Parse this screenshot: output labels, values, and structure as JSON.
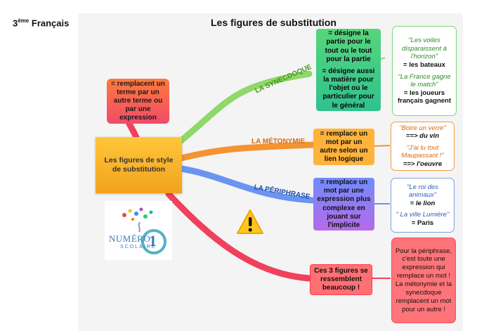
{
  "header": {
    "level_num": "3",
    "level_sup": "ème",
    "level_subject": "Français",
    "title": "Les figures de substitution"
  },
  "center": {
    "text": "Les figures de style de substitution"
  },
  "replace_node": {
    "text": "= remplacent un terme par un autre terme ou par une expression"
  },
  "branches": {
    "synecdoque": {
      "label": "LA SYNECDOQUE",
      "color": "#7fd45a",
      "definition_1": "= désigne la partie pour le tout ou le tout pour la partie",
      "definition_2": "= désigne aussi la matière pour l'objet ou le particulier pour le général",
      "examples": [
        {
          "quote": "\"Les voiles disparaissent à l'horizon\"",
          "meaning": "= les bateaux"
        },
        {
          "quote": "\"La France gagne le match\"",
          "meaning": "= les joueurs français gagnent"
        }
      ]
    },
    "metonymie": {
      "label": "LA MÉTONYMIE",
      "color": "#f08c2a",
      "definition": "= remplace un mot par un autre selon un lien logique",
      "examples": [
        {
          "quote": "\"Boire un verre\"",
          "meaning": "==> du vin"
        },
        {
          "quote": "\"J'ai lu tout Maupassant !\"",
          "meaning": "==> l'oeuvre"
        }
      ]
    },
    "periphrase": {
      "label": "LA PÉRIPHRASE",
      "color": "#5b8ff0",
      "definition": "= remplace un mot par une expression plus complexe en jouant sur l'implicite",
      "examples": [
        {
          "quote": "\"Le roi des animaux\"",
          "meaning": "= le lion"
        },
        {
          "quote": "\" La ville Lumière\"",
          "meaning": "= Paris"
        }
      ]
    },
    "ressemblance": {
      "color": "#ff5a62",
      "text": "Ces 3 figures se ressemblent beaucoup !",
      "note": "Pour la périphrase, c'est toute une expression qui remplace un mot ! La métonymie et la synecdoque remplacent un mot pour un autre !"
    }
  },
  "logo": {
    "brand": "NUMÉRO",
    "number": "1",
    "sub": "SCOLAIRE"
  },
  "icons": {
    "warning": "warning-icon"
  }
}
